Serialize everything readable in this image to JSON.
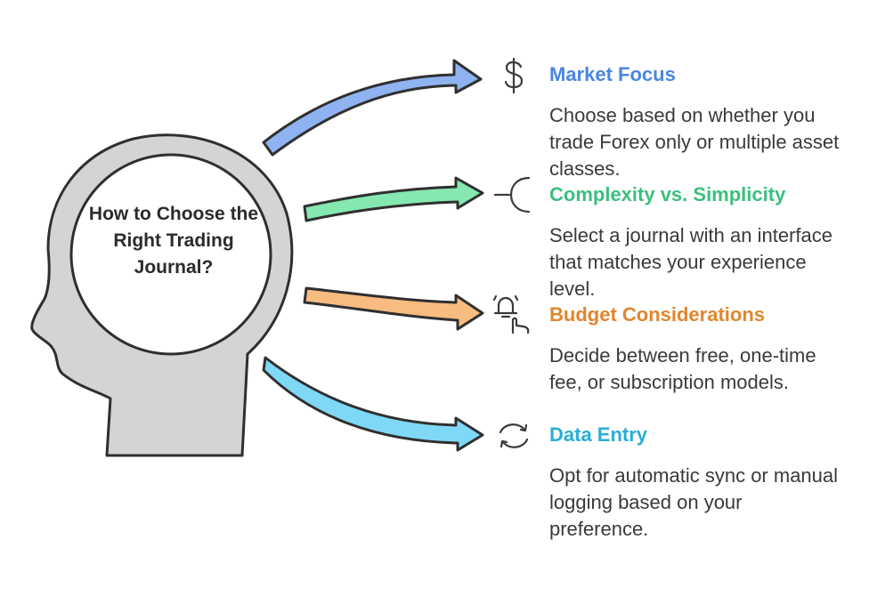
{
  "center": {
    "title": "How to Choose the Right Trading Journal?"
  },
  "items": [
    {
      "title": "Market Focus",
      "description": "Choose based on whether you trade Forex only or multiple asset classes.",
      "icon": "dollar-icon",
      "color": "#4a86e0",
      "arrow_fill": "#8fb3f0"
    },
    {
      "title": "Complexity vs. Simplicity",
      "description": "Select a journal with an interface that matches your experience level.",
      "icon": "half-circle-icon",
      "color": "#3bbf7e",
      "arrow_fill": "#84e8b0"
    },
    {
      "title": "Budget Considerations",
      "description": "Decide between free, one-time fee, or subscription models.",
      "icon": "alarm-touch-icon",
      "color": "#e0862e",
      "arrow_fill": "#f8bb80"
    },
    {
      "title": "Data Entry",
      "description": "Opt for automatic sync or manual logging based on your preference.",
      "icon": "sync-icon",
      "color": "#2aaed6",
      "arrow_fill": "#7fd8f5"
    }
  ]
}
